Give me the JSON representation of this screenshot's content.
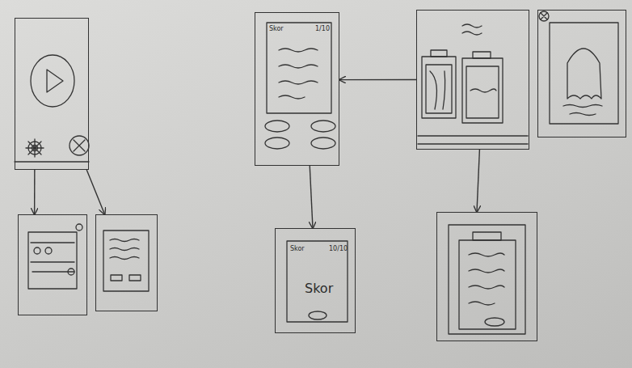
{
  "diagram": {
    "nodes": [
      {
        "text": []
      },
      {
        "text": [
          "Skor",
          "1/10"
        ]
      },
      {
        "text": []
      },
      {
        "text": []
      },
      {
        "text": []
      },
      {
        "text": []
      },
      {
        "text": [
          "Skor",
          "10/10",
          "Skor"
        ]
      },
      {
        "text": []
      }
    ],
    "edges": [
      {
        "from": 0,
        "to": 4,
        "arrow": "to"
      },
      {
        "from": 0,
        "to": 5,
        "arrow": "to"
      },
      {
        "from": 2,
        "to": 1,
        "arrow": "to"
      },
      {
        "from": 1,
        "to": 6,
        "arrow": "to"
      },
      {
        "from": 2,
        "to": 7,
        "arrow": "to"
      }
    ]
  }
}
